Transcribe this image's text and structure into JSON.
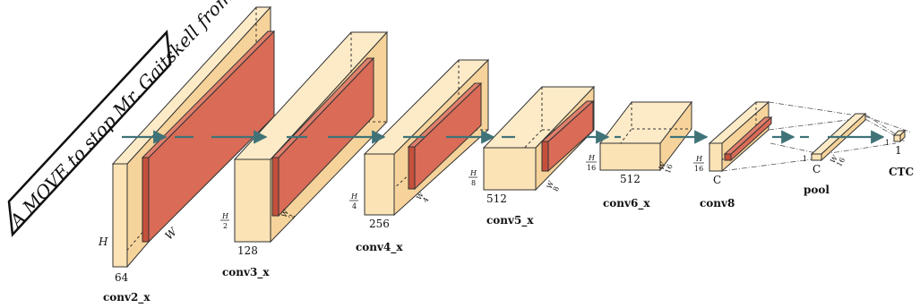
{
  "handwriting_text": "A MOVE to stop Mr. Gaitskell from",
  "colors": {
    "block_fill": "#fbe3b6",
    "block_side": "#f6d39a",
    "block_stroke": "#333333",
    "kernel_fill": "#d96b57",
    "kernel_side": "#c4503c",
    "arrow": "#3f7378"
  },
  "blocks": [
    {
      "name": "conv2_x",
      "depth_label": "64",
      "height_label": "H",
      "width_label": "W"
    },
    {
      "name": "conv3_x",
      "depth_label": "128",
      "height_num": "H",
      "height_den": "2",
      "width_num": "W",
      "width_den": "2"
    },
    {
      "name": "conv4_x",
      "depth_label": "256",
      "height_num": "H",
      "height_den": "4",
      "width_num": "W",
      "width_den": "4"
    },
    {
      "name": "conv5_x",
      "depth_label": "512",
      "height_num": "H",
      "height_den": "8",
      "width_num": "W",
      "width_den": "8"
    },
    {
      "name": "conv6_x",
      "depth_label": "512",
      "height_num": "H",
      "height_den": "16",
      "width_num": "W",
      "width_den": "16"
    },
    {
      "name": "conv8",
      "depth_label": "C",
      "height_num": "H",
      "height_den": "16"
    },
    {
      "name": "pool",
      "depth_label": "C",
      "width_num": "W",
      "width_den": "16",
      "extra_label": "1"
    },
    {
      "name": "CTC",
      "depth_label": "1",
      "extra_label": "1"
    }
  ]
}
